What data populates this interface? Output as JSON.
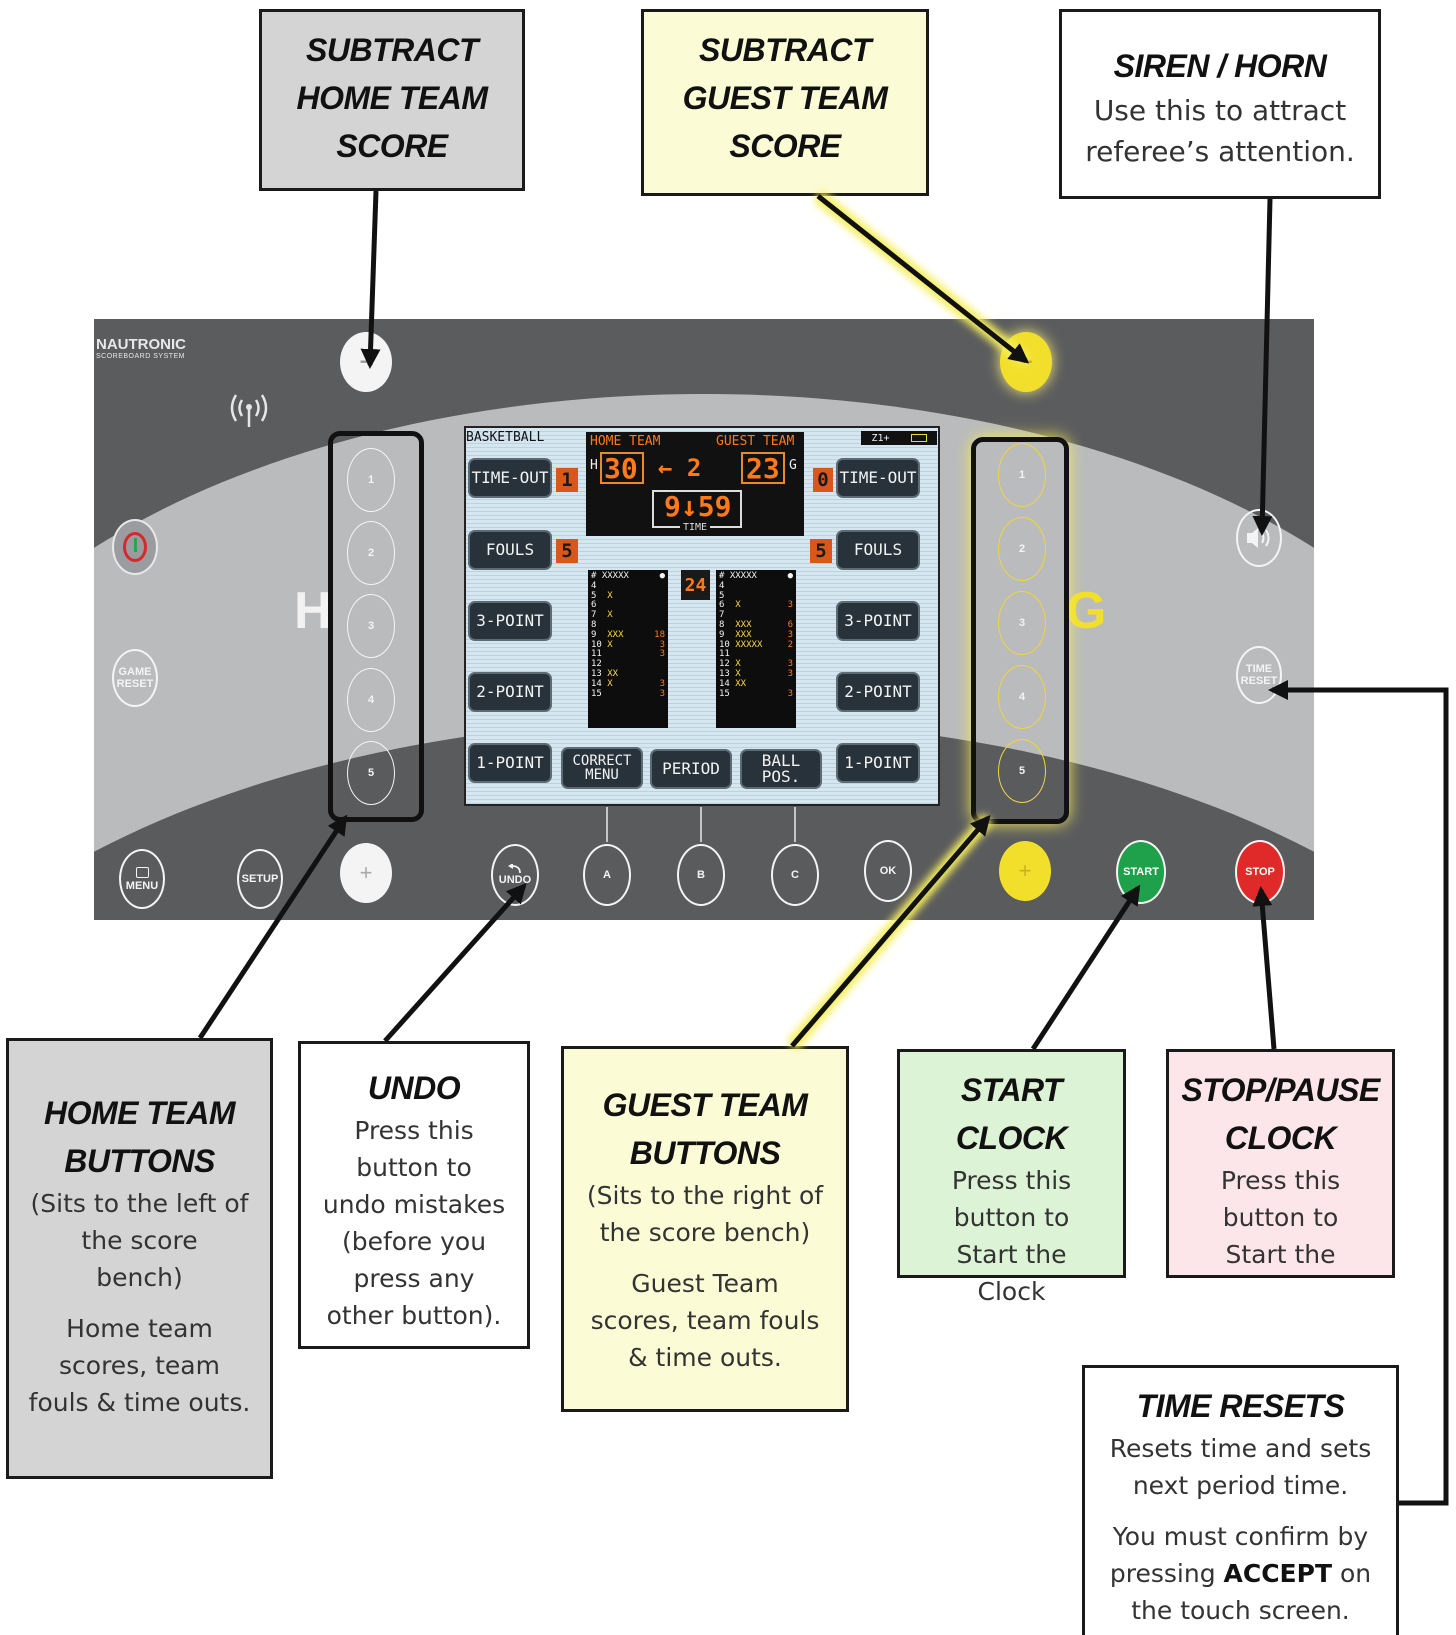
{
  "callouts": {
    "subtract_home": {
      "title": [
        "SUBTRACT",
        "HOME TEAM",
        "SCORE"
      ]
    },
    "subtract_guest": {
      "title": [
        "SUBTRACT",
        "GUEST TEAM",
        "SCORE"
      ]
    },
    "siren": {
      "title": "SIREN / HORN",
      "body": [
        "Use this to attract",
        "referee’s attention."
      ]
    },
    "home_buttons": {
      "title": [
        "HOME TEAM",
        "BUTTONS"
      ],
      "body1": [
        "(Sits to the left of",
        "the score",
        "bench)"
      ],
      "body2": [
        "Home team",
        "scores, team",
        "fouls & time outs."
      ]
    },
    "undo": {
      "title": "UNDO",
      "body": [
        "Press this",
        "button to",
        "undo mistakes",
        "(before you",
        "press any",
        "other button)."
      ]
    },
    "guest_buttons": {
      "title": [
        "GUEST TEAM",
        "BUTTONS"
      ],
      "body1": [
        "(Sits to the right of",
        "the score bench)"
      ],
      "body2": [
        "Guest Team",
        "scores, team fouls",
        "& time outs."
      ]
    },
    "start_clock": {
      "title": "START CLOCK",
      "body": [
        "Press this",
        "button to",
        "Start the",
        "Clock"
      ]
    },
    "stop_clock": {
      "title": [
        "STOP/PAUSE",
        "CLOCK"
      ],
      "body": [
        "Press this",
        "button to",
        "Start the"
      ]
    },
    "time_resets": {
      "title": "TIME RESETS",
      "body1": [
        "Resets time and sets",
        "next period time."
      ],
      "body2_line1": "You must confirm by",
      "body2_pre": "pressing ",
      "body2_bold": "ACCEPT",
      "body2_post": " on",
      "body2_line3": "the touch screen."
    }
  },
  "console": {
    "brand": "NAUTRONIC",
    "brand_sub": "SCOREBOARD SYSTEM",
    "home_letter": "H",
    "guest_letter": "G",
    "minus_label": "−",
    "plus_label": "+",
    "game_reset": [
      "GAME",
      "RESET"
    ],
    "time_reset": [
      "TIME",
      "RESET"
    ],
    "menu": "MENU",
    "setup": "SETUP",
    "undo": "UNDO",
    "a": "A",
    "b": "B",
    "c": "C",
    "ok": "OK",
    "start": "START",
    "stop": "STOP",
    "numbers": [
      "1",
      "2",
      "3",
      "4",
      "5"
    ],
    "colors": {
      "home": "#ffffff",
      "guest": "#f2df2b",
      "start": "#1fa04a",
      "stop": "#e02a2a",
      "power": "#d42a2a"
    }
  },
  "screen": {
    "sport": "BASKETBALL",
    "battery_label": "Z1+",
    "home_team_label": "HOME TEAM",
    "guest_team_label": "GUEST TEAM",
    "home_prefix": "H",
    "guest_suffix": "G",
    "home_score": "30",
    "guest_score": "23",
    "possession": "← 2",
    "time": "9↓59",
    "time_label": "TIME",
    "shot_clock": "24",
    "home_timeouts": "1",
    "guest_timeouts": "0",
    "home_fouls": "5",
    "guest_fouls": "5",
    "buttons": {
      "timeout": "TIME-OUT",
      "fouls": "FOULS",
      "three": "3-POINT",
      "two": "2-POINT",
      "one": "1-POINT",
      "correct_menu": [
        "CORRECT",
        "MENU"
      ],
      "period": "PERIOD",
      "ball_pos": "BALL POS."
    },
    "list_header": "# XXXXX",
    "home_players": [
      {
        "n": "4",
        "f": "",
        "p": ""
      },
      {
        "n": "5",
        "f": "X",
        "p": ""
      },
      {
        "n": "6",
        "f": "",
        "p": ""
      },
      {
        "n": "7",
        "f": "X",
        "p": ""
      },
      {
        "n": "8",
        "f": "",
        "p": ""
      },
      {
        "n": "9",
        "f": "XXX",
        "p": "18"
      },
      {
        "n": "10",
        "f": "X",
        "p": "3"
      },
      {
        "n": "11",
        "f": "",
        "p": "3"
      },
      {
        "n": "12",
        "f": "",
        "p": ""
      },
      {
        "n": "13",
        "f": "XX",
        "p": ""
      },
      {
        "n": "14",
        "f": "X",
        "p": "3"
      },
      {
        "n": "15",
        "f": "",
        "p": "3"
      }
    ],
    "guest_players": [
      {
        "n": "4",
        "f": "",
        "p": ""
      },
      {
        "n": "5",
        "f": "",
        "p": ""
      },
      {
        "n": "6",
        "f": "X",
        "p": "3"
      },
      {
        "n": "7",
        "f": "",
        "p": ""
      },
      {
        "n": "8",
        "f": "XXX",
        "p": "6"
      },
      {
        "n": "9",
        "f": "XXX",
        "p": "3"
      },
      {
        "n": "10",
        "f": "XXXXX",
        "p": "2"
      },
      {
        "n": "11",
        "f": "",
        "p": ""
      },
      {
        "n": "12",
        "f": "X",
        "p": "3"
      },
      {
        "n": "13",
        "f": "X",
        "p": "3"
      },
      {
        "n": "14",
        "f": "XX",
        "p": ""
      },
      {
        "n": "15",
        "f": "",
        "p": "3"
      }
    ]
  }
}
